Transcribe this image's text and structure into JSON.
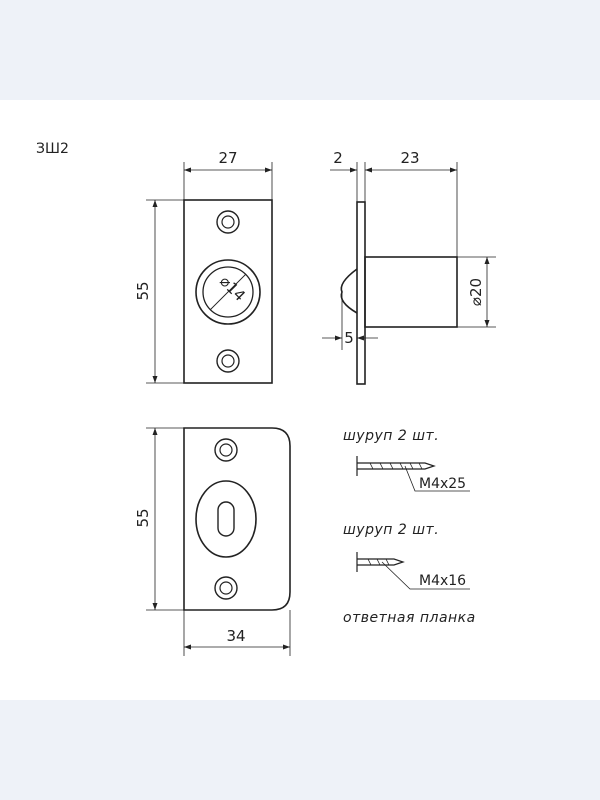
{
  "drawing": {
    "code": "ЗШ2",
    "dims": {
      "front_width": "27",
      "front_height": "55",
      "hole_diameter": "⌀14",
      "plate_thickness": "2",
      "barrel_length": "23",
      "barrel_diameter": "⌀20",
      "ball_protrusion": "5",
      "strike_height": "55",
      "strike_width": "34"
    },
    "notes": {
      "screw1_label": "шуруп 2 шт.",
      "screw1_size": "М4х25",
      "screw2_label": "шуруп 2 шт.",
      "screw2_size": "М4х16",
      "strike_plate": "ответная планка"
    }
  }
}
